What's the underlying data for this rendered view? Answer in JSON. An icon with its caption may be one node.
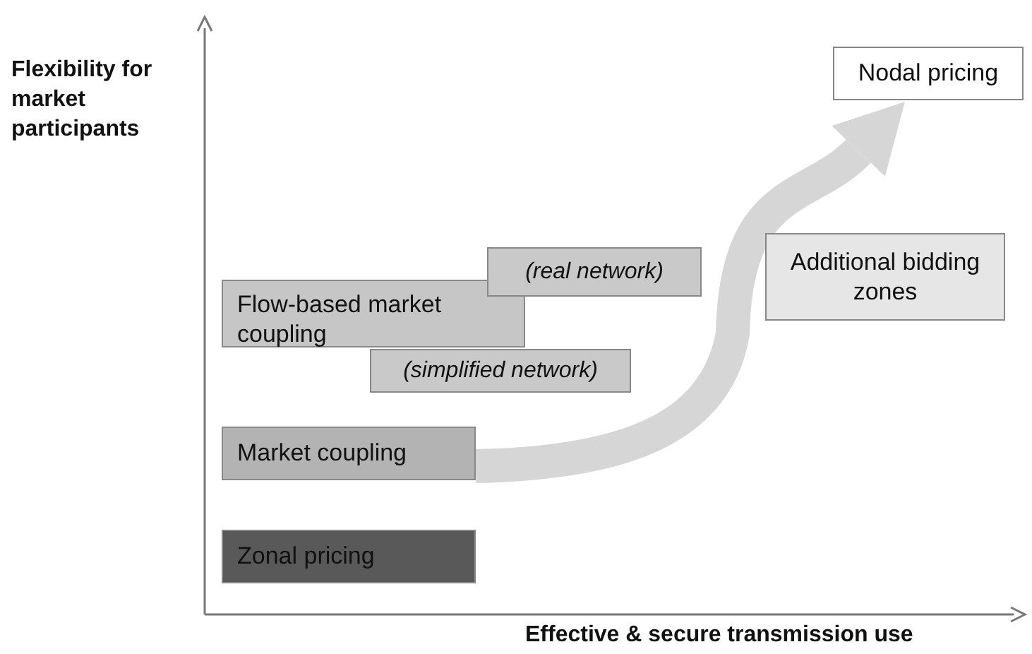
{
  "diagram": {
    "nodes": [
      {
        "text": [
          "Zonal pricing"
        ]
      },
      {
        "text": [
          "Market coupling"
        ]
      },
      {
        "text": [
          "Flow-based market coupling"
        ]
      },
      {
        "text": [
          "(simplified network)"
        ]
      },
      {
        "text": [
          "(real network)"
        ]
      },
      {
        "text": [
          "Additional bidding zones"
        ]
      },
      {
        "text": [
          "Nodal pricing"
        ]
      }
    ],
    "edges": [
      {
        "from": 1,
        "to": 6,
        "arrow": "to"
      }
    ],
    "labels": [
      "Flexibility for market participants",
      "Effective & secure transmission use"
    ]
  }
}
